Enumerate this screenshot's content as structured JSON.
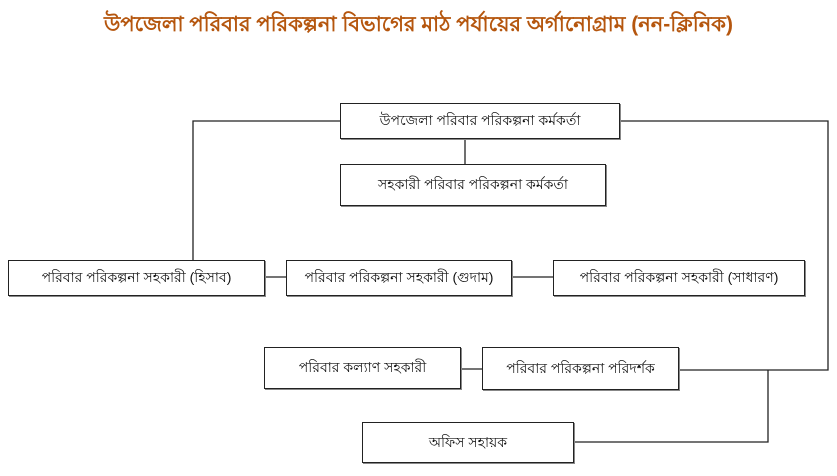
{
  "title": "উপজেলা পরিবার পরিকল্পনা বিভাগের মাঠ পর্যায়ের অর্গানোগ্রাম (নন-ক্লিনিক)",
  "nodes": {
    "upfpo": "উপজেলা পরিবার পরিকল্পনা কর্মকর্তা",
    "aupfpo": "সহকারী পরিবার পরিকল্পনা কর্মকর্তা",
    "fpa_accounts": "পরিবার পরিকল্পনা সহকারী (হিসাব)",
    "fpa_store": "পরিবার পরিকল্পনা সহকারী (গুদাম)",
    "fpa_general": "পরিবার পরিকল্পনা সহকারী (সাধারণ)",
    "fwa": "পরিবার কল্যাণ সহকারী",
    "fpi": "পরিবার পরিকল্পনা পরিদর্শক",
    "office_assistant": "অফিস সহায়ক"
  }
}
